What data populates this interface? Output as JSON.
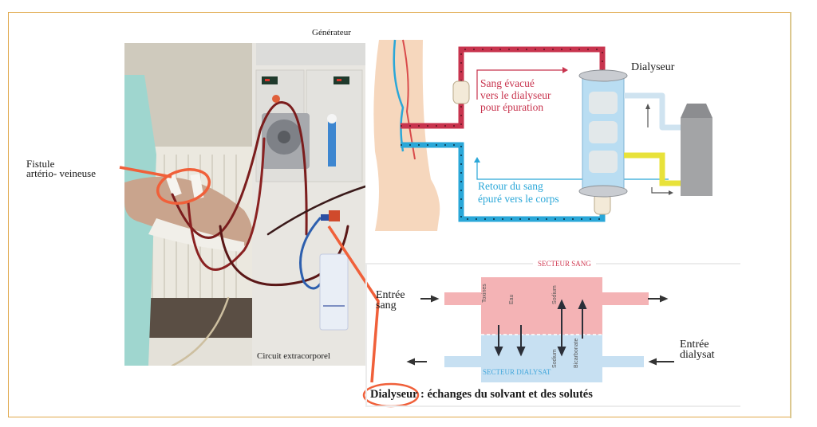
{
  "figure": {
    "photo": {
      "title_label": "Générateur",
      "caption": "Circuit extracorporel",
      "callout_fistula": [
        "Fistule",
        "artério- veineuse"
      ]
    },
    "circuit_diagram": {
      "dialyzer_label": "Dialyseur",
      "outflow_text": [
        "Sang évacué",
        "vers le dialyseur",
        "pour épuration"
      ],
      "return_text": [
        "Retour du sang",
        "épuré vers le corps"
      ]
    },
    "membrane_diagram": {
      "blood_sector": "SECTEUR SANG",
      "dialysate_sector": "SECTEUR DIALYSAT",
      "blood_inlet": [
        "Entrée",
        "sang"
      ],
      "dialysate_inlet": [
        "Entrée",
        "dialysat"
      ],
      "exchanges_top": [
        "Toxines",
        "Eau",
        "Sodium"
      ],
      "exchanges_bottom": [
        "Sodium",
        "Bicarbonate"
      ],
      "caption_highlight": "Dialyseur",
      "caption_rest": " : échanges du solvant et des solutés"
    },
    "colors": {
      "frame": "#e0a84a",
      "callout": "#f0603a",
      "blood": "#c8344e",
      "return": "#2aa7d8",
      "blood_sector_fill": "#f4b3b5",
      "dialysate_sector_fill": "#c7e0f2",
      "dialysate_line": "#e8e23a"
    }
  }
}
